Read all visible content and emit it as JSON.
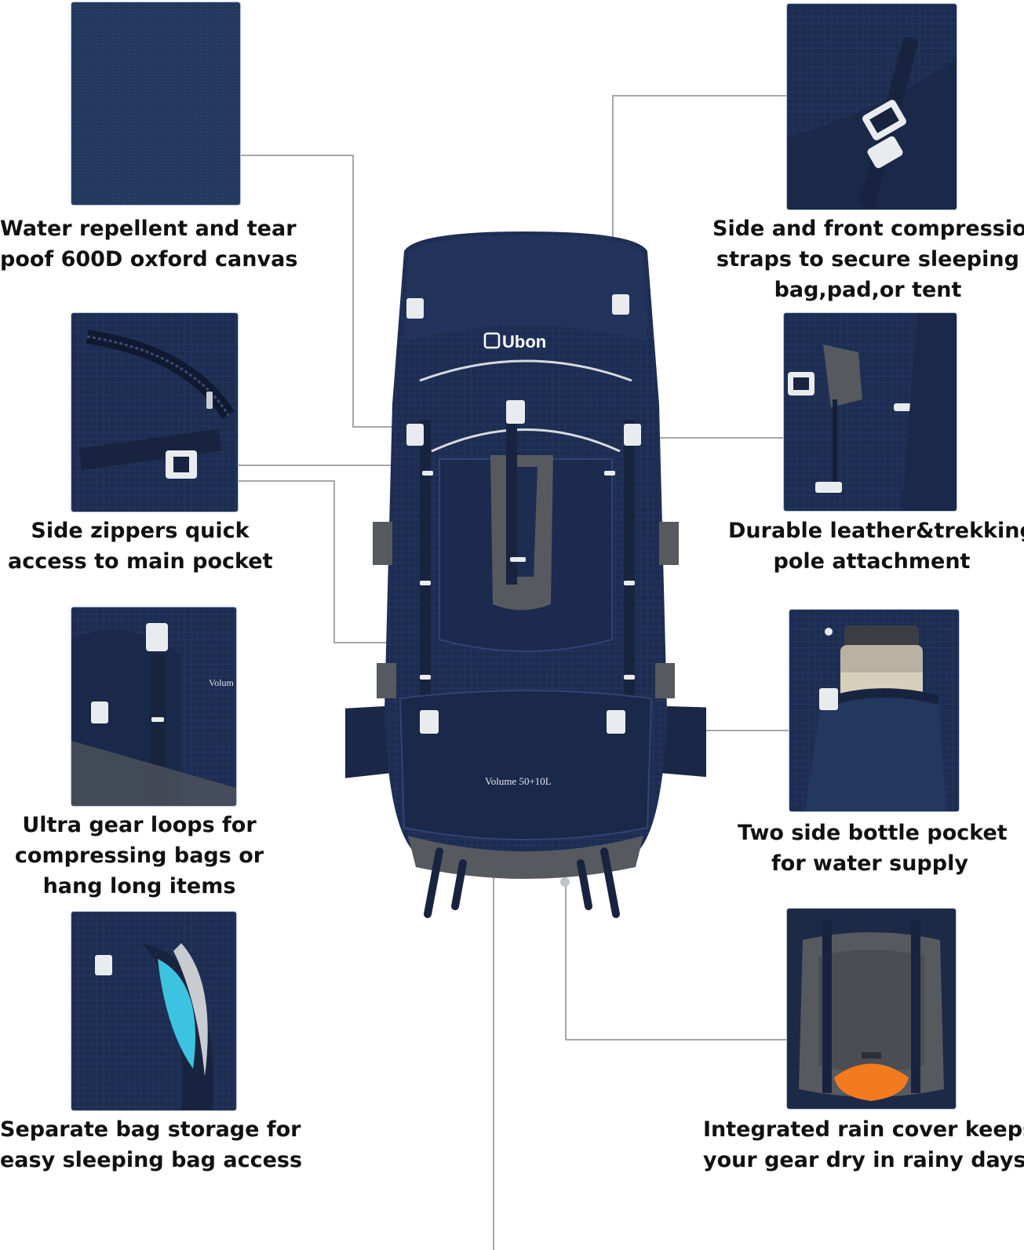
{
  "product": {
    "brand_logo_text": "Ubon",
    "volume_label": "Volume 50+10L",
    "thumb_volume_label": "Volum"
  },
  "features": [
    {
      "id": "canvas",
      "line1": "Water repellent and tear",
      "line2": "poof 600D oxford canvas",
      "icon": "fabric-texture"
    },
    {
      "id": "zippers",
      "line1": "Side zippers quick",
      "line2": "access to main pocket",
      "icon": "zipper-closeup"
    },
    {
      "id": "gear-loops",
      "line1": "Ultra gear loops for",
      "line2": "compressing bags or",
      "line3": "hang long items",
      "icon": "gear-loop-closeup"
    },
    {
      "id": "bag-storage",
      "line1": "Separate bag storage for",
      "line2": "easy sleeping bag access",
      "icon": "bag-storage-closeup"
    },
    {
      "id": "compression",
      "line1": "Side and front compression",
      "line2": "straps to secure sleeping",
      "line3": "bag,pad,or tent",
      "icon": "compression-strap-closeup"
    },
    {
      "id": "leather",
      "line1": "Durable leather&trekking",
      "line2": "pole attachment",
      "icon": "trekking-pole-closeup"
    },
    {
      "id": "bottle",
      "line1": "Two side bottle pocket",
      "line2": "for water supply",
      "icon": "bottle-pocket-closeup"
    },
    {
      "id": "rain-cover",
      "line1": "Integrated rain cover keeps",
      "line2": "your gear dry in rainy days",
      "icon": "rain-cover-closeup"
    }
  ],
  "colors": {
    "navy": "#1b2a4c",
    "navy_light": "#2a3d66",
    "grey_panel": "#56595e",
    "buckle": "#e9ecef",
    "leader": "#a7a7a7",
    "orange": "#f37a1f",
    "cyan": "#3cc3e0"
  }
}
